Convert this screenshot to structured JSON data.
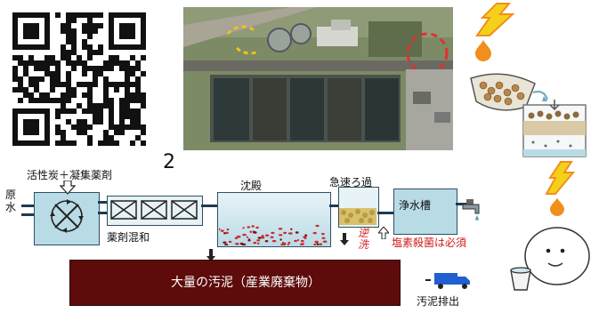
{
  "figure_number": "2",
  "labels": {
    "activated_carbon": "活性炭＋凝集薬剤",
    "raw_water": "原水",
    "chemical_mixing": "薬剤混和",
    "sedimentation": "沈殿",
    "rapid_filtration": "急速ろ過",
    "clear_water_tank": "浄水槽",
    "backwash": "逆洗",
    "chlorination": "塩素殺菌は必須",
    "sludge": "大量の汚泥（産業廃棄物）",
    "sludge_discharge": "汚泥排出"
  },
  "colors": {
    "tank_water": "#b9dbe6",
    "pipe": "#1d3b52",
    "sludge_box": "#5e0b0b",
    "sediment": "#cc2a2a",
    "accent_red": "#d21c1c",
    "truck": "#1f5fd1",
    "flame_yellow": "#f5d019",
    "drop_orange": "#f08f1e"
  },
  "icons": [
    "qr-code",
    "aerial-photo",
    "lightning-icon",
    "drop-icon",
    "pouring-bowl-icon",
    "filter-layers-icon",
    "face-icon",
    "cup-icon",
    "mixer-icon",
    "faucet-icon",
    "truck-icon"
  ]
}
